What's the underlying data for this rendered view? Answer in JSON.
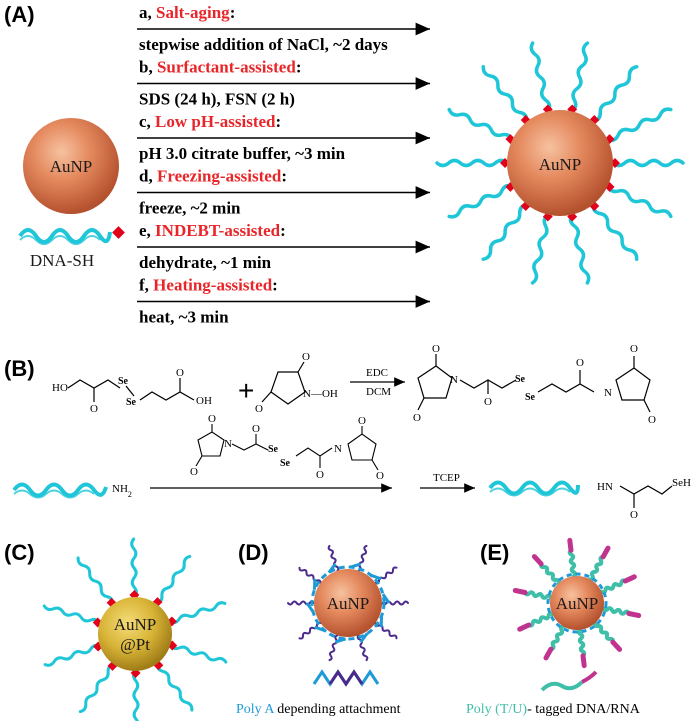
{
  "panels": {
    "a": "(A)",
    "b": "(B)",
    "c": "(C)",
    "d": "(D)",
    "e": "(E)"
  },
  "particle": {
    "auNP": "AuNP",
    "auNP_line1": "AuNP",
    "auNP_line2": "@Pt",
    "dna_sh": "DNA-SH"
  },
  "methods": [
    {
      "prefix": "a, ",
      "name": "Salt-aging",
      "suffix": ":",
      "detail": "stepwise addition of NaCl, ~2 days"
    },
    {
      "prefix": "b, ",
      "name": "Surfactant-assisted",
      "suffix": ":",
      "detail": "SDS (24 h), FSN (2 h)"
    },
    {
      "prefix": "c, ",
      "name": "Low pH-assisted",
      "suffix": ":",
      "detail": "pH 3.0 citrate buffer, ~3 min"
    },
    {
      "prefix": "d, ",
      "name": "Freezing-assisted",
      "suffix": ":",
      "detail": "freeze, ~2 min"
    },
    {
      "prefix": "e, ",
      "name": "INDEBT-assisted",
      "suffix": ":",
      "detail": "dehydrate, ~1 min"
    },
    {
      "prefix": "f, ",
      "name": "Heating-assisted",
      "suffix": ":",
      "detail": "heat, ~3 min"
    }
  ],
  "chemistry": {
    "ho": "HO",
    "oh": "OH",
    "se": "Se",
    "n_oh": "N—OH",
    "plus": "+",
    "edc": "EDC",
    "dcm": "DCM",
    "nh2": "NH",
    "nh2_sub": "2",
    "tcep": "TCEP",
    "hn": "HN",
    "seh": "SeH",
    "n": "N",
    "o": "O"
  },
  "captions": {
    "d_colored": "Poly A",
    "d_rest": " depending attachment",
    "e_colored": "Poly (T/U)",
    "e_rest": "- tagged DNA/RNA"
  },
  "colors": {
    "red_text": "#e8262a",
    "dna_cyan": "#1fc6d8",
    "thiol_red": "#e2001a",
    "poly_a_blue": "#1e9ad6",
    "poly_tu_teal": "#3fbfa8",
    "purple_strand": "#4b2a8c",
    "magenta_strand": "#c0338f"
  }
}
